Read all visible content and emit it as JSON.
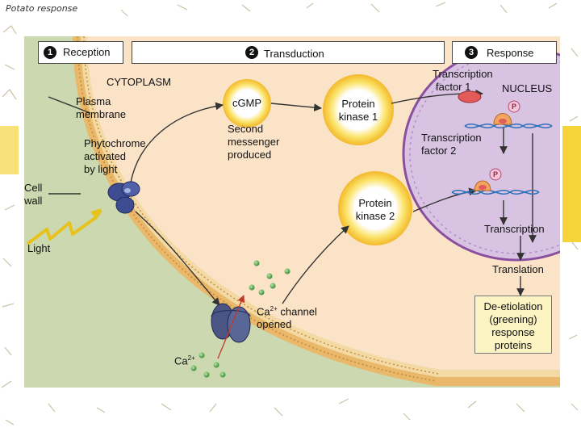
{
  "title": "Potato response",
  "steps": [
    {
      "number": "1",
      "label": "Reception"
    },
    {
      "number": "2",
      "label": "Transduction"
    },
    {
      "number": "3",
      "label": "Response"
    }
  ],
  "labels": {
    "cytoplasm": "CYTOPLASM",
    "nucleus": "NUCLEUS",
    "plasma_membrane": [
      "Plasma",
      "membrane"
    ],
    "phytochrome": [
      "Phytochrome",
      "activated",
      "by light"
    ],
    "cell_wall": [
      "Cell",
      "wall"
    ],
    "light": "Light",
    "cgmp": "cGMP",
    "second_messenger": [
      "Second",
      "messenger",
      "produced"
    ],
    "protein_kinase_1": [
      "Protein",
      "kinase 1"
    ],
    "protein_kinase_2": [
      "Protein",
      "kinase 2"
    ],
    "tf1": [
      "Transcription",
      "factor 1"
    ],
    "tf2": [
      "Transcription",
      "factor 2"
    ],
    "phosphate": "P",
    "transcription": "Transcription",
    "translation": "Translation",
    "ca_channel": {
      "pre": "Ca",
      "sup": "2+",
      "post": " channel",
      "line2": "opened"
    },
    "ca_ion": {
      "base": "Ca",
      "sup": "2+"
    },
    "deetiolation": [
      "De-etiolation",
      "(greening)",
      "response",
      "proteins"
    ]
  },
  "colors": {
    "cytoplasm": "#fbe3c8",
    "cell_wall": "#ccd8b0",
    "membrane": "#e9b86a",
    "nucleus": "#d9c3e3",
    "nucleus_border": "#8a4f9e",
    "glow": "#fbd22a",
    "phytochrome": "#3e4d92",
    "lightning": "#e8c21c",
    "channel": "#4a5584",
    "ca_ion": "#5aa64c",
    "tf1": "#e25a5a",
    "tf_active": "#f2a55f",
    "dna_blue": "#2f6fb8",
    "protein_box": "#fbf3c2"
  },
  "icons": [
    "phytochrome-icon",
    "lightning-icon",
    "calcium-channel-icon",
    "dna-icon",
    "transcription-factor-icon",
    "phosphate-icon"
  ]
}
